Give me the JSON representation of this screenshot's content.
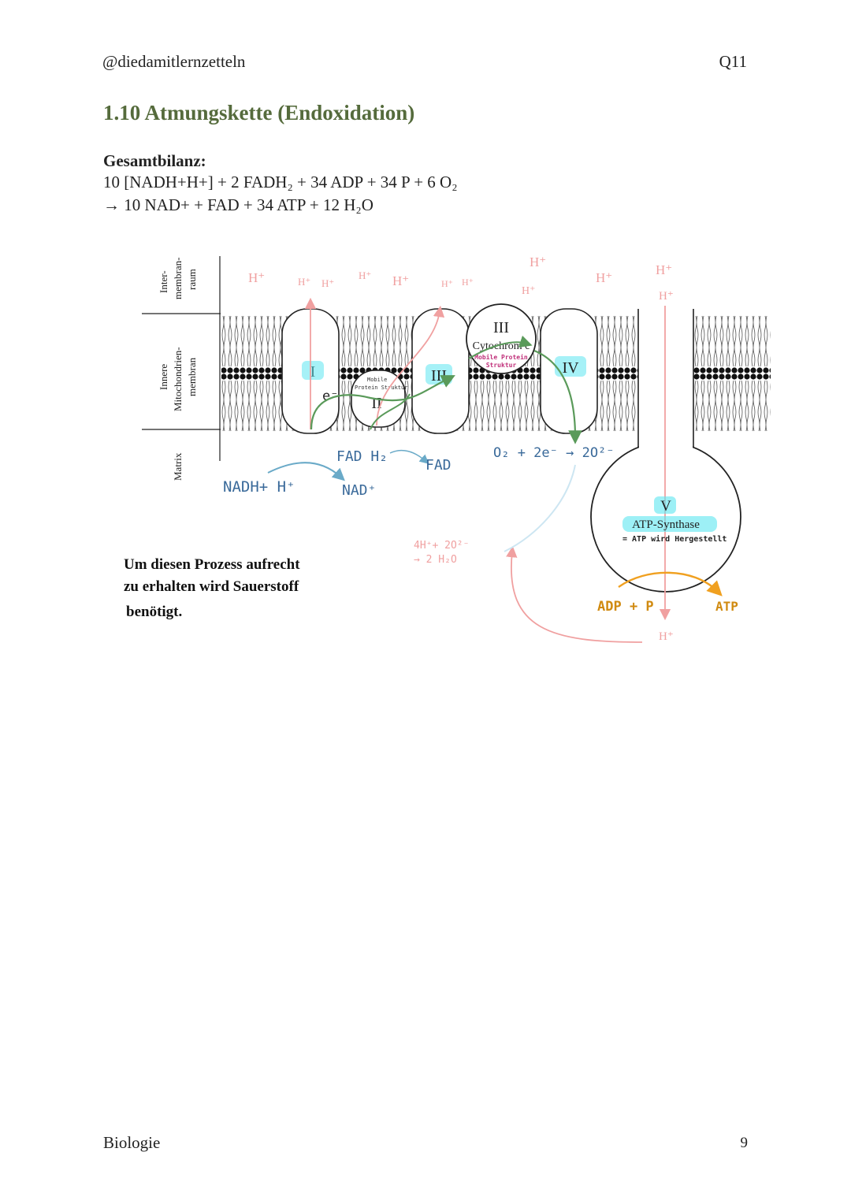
{
  "header": {
    "handle": "@diedamitlernzetteln",
    "course": "Q11"
  },
  "title": "1.10 Atmungskette (Endoxidation)",
  "bilanz": {
    "label": "Gesamtbilanz:",
    "line1": "10 [NADH+H+] + 2 FADH₂ + 34 ADP + 34 P + 6 O₂",
    "line2": "→ 10 NAD+ + FAD + 34 ATP + 12 H₂O"
  },
  "diagram": {
    "regions": {
      "inter": [
        "Inter-",
        "membran-",
        "raum"
      ],
      "inner": [
        "Innere",
        "Mitochondrien-",
        "membran"
      ],
      "matrix": "Matrix"
    },
    "complexes": {
      "c1": "I",
      "c2": "II",
      "c3": "III",
      "c4": "IV",
      "c5": "V"
    },
    "cytochrome": {
      "roman": "III",
      "name": "Cytochrom c",
      "note1": "Mobile Protein",
      "note2": "Struktur"
    },
    "mobile_note": [
      "Mobile",
      "Protein Struktur"
    ],
    "electron": "e⁻",
    "proton": "H⁺",
    "nadh": "NADH+ H⁺",
    "nad": "NAD⁺",
    "fadh2": "FAD H₂",
    "fad": "FAD",
    "oxygen": "O₂ + 2e⁻ → 2O²⁻",
    "water1": "4H⁺+ 2O²⁻",
    "water2": "→ 2 H₂O",
    "synthase": "ATP-Synthase",
    "synthase_note": "= ATP wird Hergestellt",
    "adp": "ADP + P",
    "atp": "ATP",
    "note": [
      "Um diesen Prozess aufrecht",
      "zu erhalten wird Sauerstoff",
      "benötigt."
    ]
  },
  "footer": {
    "subject": "Biologie",
    "page": "9"
  },
  "colors": {
    "title": "#556b3c",
    "green": "#5a9a5a",
    "pink": "#f0a0a0",
    "cyan": "#5ce6f0",
    "orange": "#f0a020",
    "blue": "#6aaac8"
  }
}
